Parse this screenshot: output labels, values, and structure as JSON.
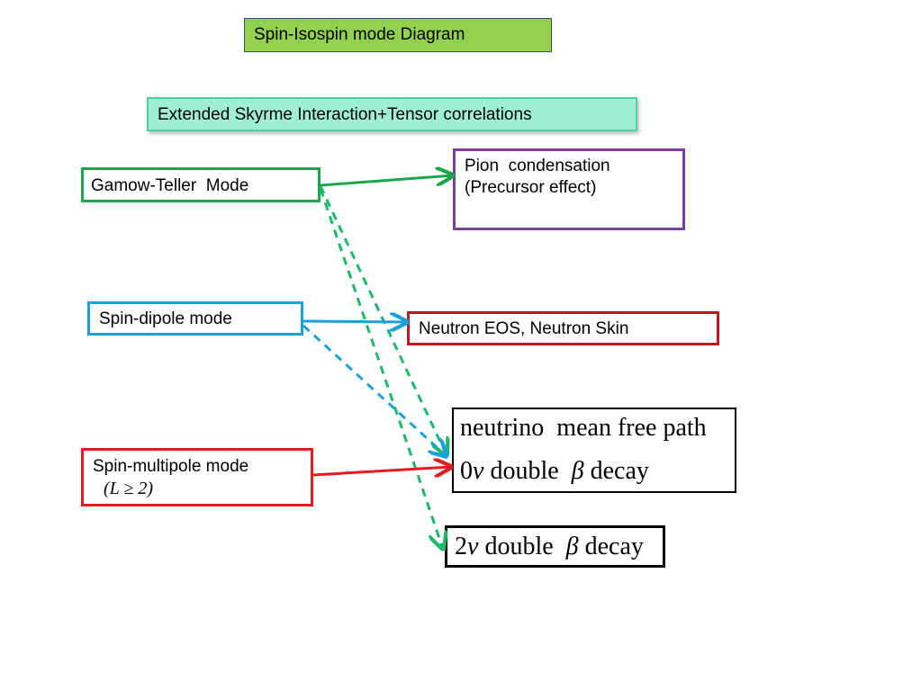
{
  "title": "Spin-Isospin mode Diagram",
  "subtitle_box": "Extended Skyrme Interaction+Tensor correlations",
  "modes": {
    "gamow_teller": "Gamow-Teller  Mode",
    "spin_dipole": "Spin-dipole mode",
    "spin_multipole": "Spin-multipole mode",
    "spin_multipole_condition": "(L ≥ 2)"
  },
  "outcomes": {
    "pion_line1": "Pion  condensation",
    "pion_line2": "(Precursor effect)",
    "neutron_eos": "Neutron EOS, Neutron Skin",
    "neutrino_mfp": "neutrino  mean free path",
    "zero_nu_num": "0",
    "zero_nu_text": " double ",
    "decay_text": " decay",
    "two_nu_num": "2",
    "nu_symbol": "ν",
    "beta_symbol": "β"
  },
  "colors": {
    "gamow_teller": "#1aa64a",
    "spin_dipole": "#1ba1dc",
    "spin_multipole": "#e21d24",
    "pion": "#7b3ea6",
    "neutron_eos": "#c0161d",
    "title_fill": "#92d050",
    "skyrme_fill": "#9ff0d2"
  }
}
